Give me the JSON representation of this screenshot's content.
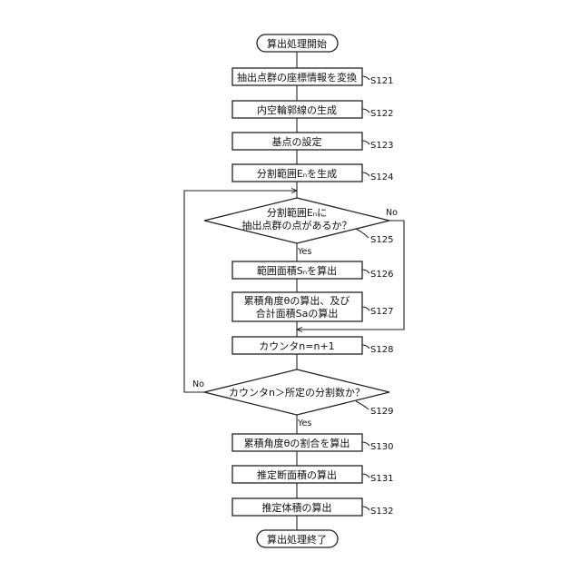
{
  "start": {
    "text": "算出処理開始"
  },
  "end": {
    "text": "算出処理終了"
  },
  "steps": {
    "s121": {
      "text": "抽出点群の座標情報を変換",
      "label": "S121"
    },
    "s122": {
      "text": "内空輪郭線の生成",
      "label": "S122"
    },
    "s123": {
      "text": "基点の設定",
      "label": "S123"
    },
    "s124": {
      "text": "分割範囲Eₙを生成",
      "label": "S124"
    },
    "s126": {
      "text": "範囲面積Sₙを算出",
      "label": "S126"
    },
    "s127": {
      "line1": "累積角度θの算出、及び",
      "line2": "合計面積Saの算出",
      "label": "S127"
    },
    "s128": {
      "text": "カウンタn=n+1",
      "label": "S128"
    },
    "s130": {
      "text": "累積角度θの割合を算出",
      "label": "S130"
    },
    "s131": {
      "text": "推定断面積の算出",
      "label": "S131"
    },
    "s132": {
      "text": "推定体積の算出",
      "label": "S132"
    }
  },
  "decisions": {
    "s125": {
      "line1": "分割範囲Eₙに",
      "line2": "抽出点群の点があるか？",
      "label": "S125",
      "yes": "Yes",
      "no": "No"
    },
    "s129": {
      "text": "カウンタn＞所定の分割数か？",
      "label": "S129",
      "yes": "Yes",
      "no": "No"
    }
  }
}
